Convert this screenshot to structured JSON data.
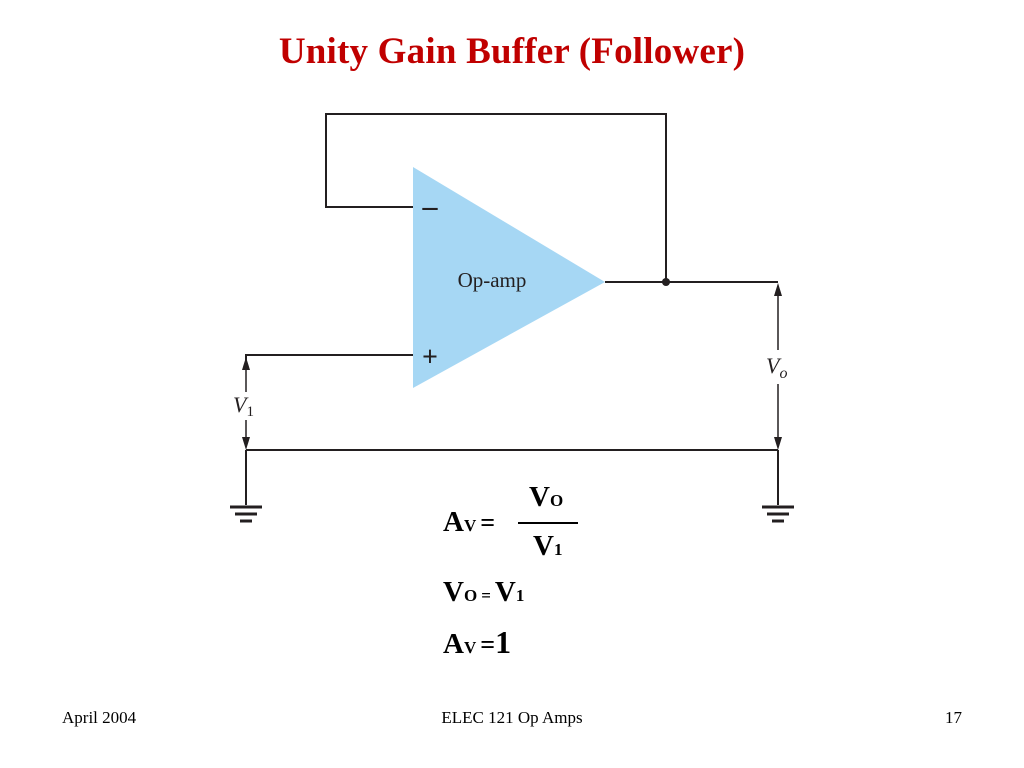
{
  "slide": {
    "title": "Unity Gain Buffer (Follower)"
  },
  "diagram": {
    "opamp_label": "Op-amp",
    "inverting_sign": "–",
    "noninverting_sign": "+",
    "input_voltage": {
      "symbol": "V",
      "subscript": "1"
    },
    "output_voltage": {
      "symbol": "V",
      "subscript": "o"
    },
    "opamp_fill_color": "#a6d7f4",
    "wire_color": "#231f20"
  },
  "equations": {
    "gain_fraction": {
      "lhs_symbol": "A",
      "lhs_subscript": "V",
      "equals": "=",
      "numerator_symbol": "V",
      "numerator_subscript": "O",
      "denominator_symbol": "V",
      "denominator_subscript": "1"
    },
    "equality": {
      "lhs_symbol": "V",
      "lhs_subscript": "O",
      "equals": "=",
      "rhs_symbol": "V",
      "rhs_subscript": "1"
    },
    "result": {
      "lhs_symbol": "A",
      "lhs_subscript": "V",
      "equals": "=",
      "value": "1"
    }
  },
  "footer": {
    "date": "April  2004",
    "course": "ELEC 121  Op Amps",
    "page_number": "17"
  }
}
